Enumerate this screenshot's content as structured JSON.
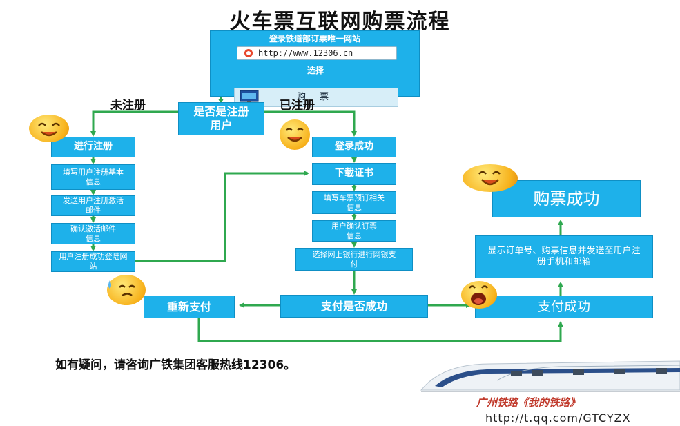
{
  "title": "火车票互联网购票流程",
  "header_box": {
    "line1": "登录铁道部订票唯一网站",
    "url": "http://www.12306.cn",
    "select_label": "选择",
    "buy_label": "购  票"
  },
  "decision": {
    "text": "是否是注册用户"
  },
  "branch_labels": {
    "unregistered": "未注册",
    "registered": "已注册"
  },
  "left_column": [
    "进行注册",
    "填写用户注册基本信息",
    "发送用户注册激活邮件",
    "确认激活邮件信息",
    "用户注册成功登陆网站"
  ],
  "middle_column": [
    "登录成功",
    "下载证书",
    "填写车票预订相关信息",
    "用户确认订票信息",
    "选择网上银行进行网银支付"
  ],
  "payment_check": "支付是否成功",
  "repay": "重新支付",
  "pay_success": "支付成功",
  "order_info": "显示订单号、购票信息并发送至用户注册手机和邮箱",
  "purchase_success": "购票成功",
  "footer_text": "如有疑问，请咨询广铁集团客服热线12306。",
  "brand_text": "广州铁路《我的铁路》",
  "credit_url": "http://t.qq.com/GTCYZX",
  "colors": {
    "box_blue": "#1eb1ea",
    "arrow_green": "#2fa84f"
  }
}
